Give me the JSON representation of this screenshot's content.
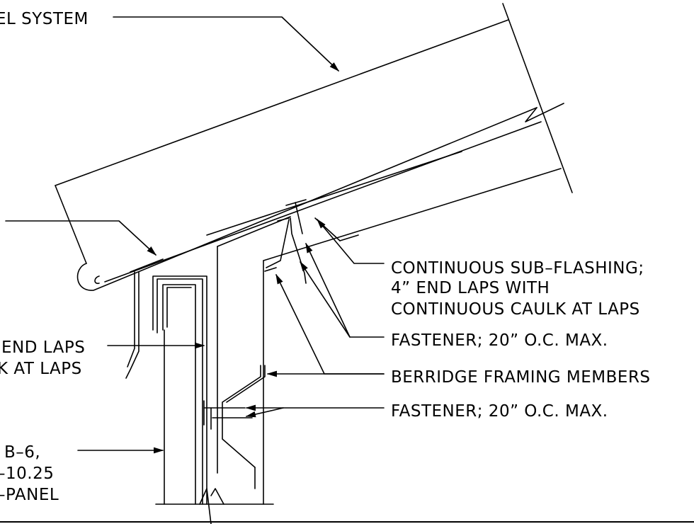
{
  "labels": {
    "panel_system": "EL SYSTEM",
    "sub_flashing_1": "CONTINUOUS SUB–FLASHING;",
    "sub_flashing_2": "4” END LAPS WITH",
    "sub_flashing_3": "CONTINUOUS CAULK AT LAPS",
    "fastener_top": "FASTENER; 20” O.C. MAX.",
    "framing": "BERRIDGE FRAMING MEMBERS",
    "fastener_bottom": "FASTENER; 20” O.C. MAX.",
    "left_end_laps_1": "END LAPS",
    "left_end_laps_2": "K AT LAPS",
    "left_panel_1": "B–6,",
    "left_panel_2": "–10.25",
    "left_panel_3": "–PANEL"
  }
}
